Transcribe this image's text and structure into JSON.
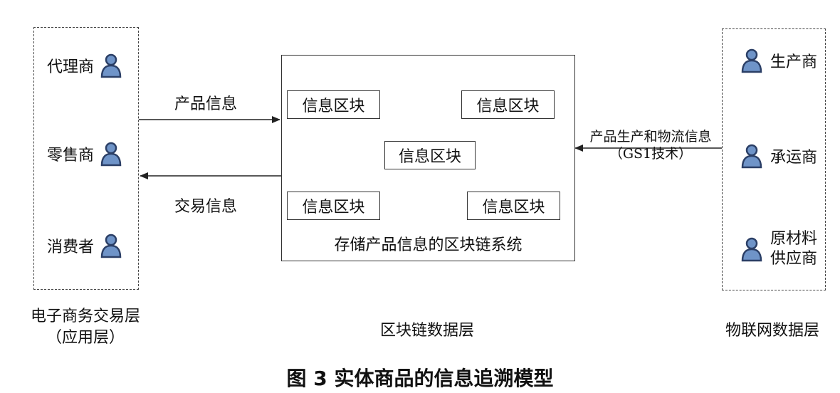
{
  "left_panel": {
    "roles": [
      "代理商",
      "零售商",
      "消费者"
    ],
    "layer_label_line1": "电子商务交易层",
    "layer_label_line2": "（应用层）"
  },
  "center_panel": {
    "blocks": [
      "信息区块",
      "信息区块",
      "信息区块",
      "信息区块",
      "信息区块"
    ],
    "system_label": "存储产品信息的区块链系统",
    "layer_label": "区块链数据层"
  },
  "right_panel": {
    "roles": [
      "生产商",
      "承运商"
    ],
    "role3_line1": "原材料",
    "role3_line2": "供应商",
    "layer_label": "物联网数据层"
  },
  "arrows": {
    "product_info": "产品信息",
    "trade_info": "交易信息",
    "iot_info_line1": "产品生产和物流信息",
    "iot_info_line2": "（GS1技术）"
  },
  "caption": "图 3  实体商品的信息追溯模型",
  "colors": {
    "icon_body": "#6f94c8",
    "icon_outline": "#2b3f66"
  }
}
